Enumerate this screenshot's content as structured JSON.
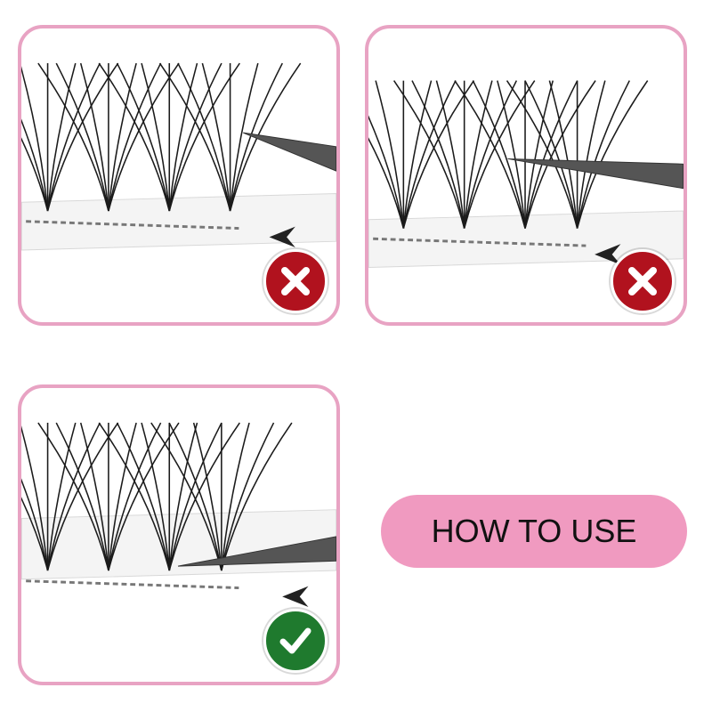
{
  "colors": {
    "panel_border": "#e8a3c3",
    "wrong_badge": "#b1121e",
    "right_badge": "#1f7a2e",
    "pill_background": "#f09ac0",
    "lash": "#1b1b1b",
    "tweezer": "#555555"
  },
  "panels": [
    {
      "result": "wrong",
      "icon": "x-mark-icon"
    },
    {
      "result": "wrong",
      "icon": "x-mark-icon"
    },
    {
      "result": "correct",
      "icon": "check-mark-icon"
    }
  ],
  "how_to_use": {
    "label": "HOW TO USE"
  }
}
